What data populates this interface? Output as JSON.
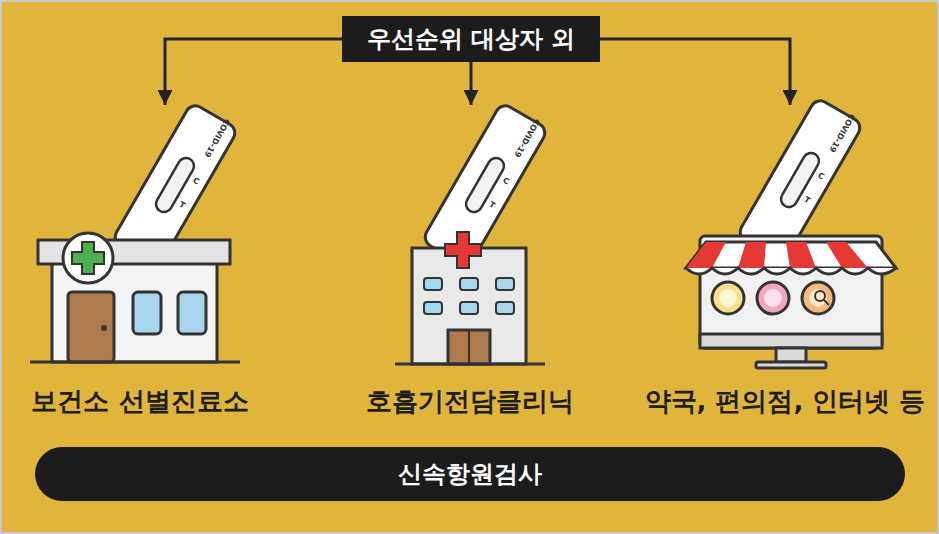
{
  "diagram": {
    "nodes": [
      {
        "text": [
          "우선순위 대상자 외"
        ]
      },
      {
        "text": [
          "보건소 선별진료소"
        ]
      },
      {
        "text": [
          "호흡기전담클리닉"
        ]
      },
      {
        "text": [
          "약국, 편의점, 인터넷 등"
        ]
      },
      {
        "text": [
          "신속항원검사"
        ]
      }
    ],
    "edges": [
      {
        "from": 0,
        "to": 1,
        "arrow": "to"
      },
      {
        "from": 0,
        "to": 2,
        "arrow": "to"
      },
      {
        "from": 0,
        "to": 3,
        "arrow": "to"
      }
    ],
    "labels": [
      "COVID-19",
      "C",
      "T",
      "COVID-19",
      "C",
      "T",
      "COVID-19",
      "C",
      "T"
    ]
  }
}
